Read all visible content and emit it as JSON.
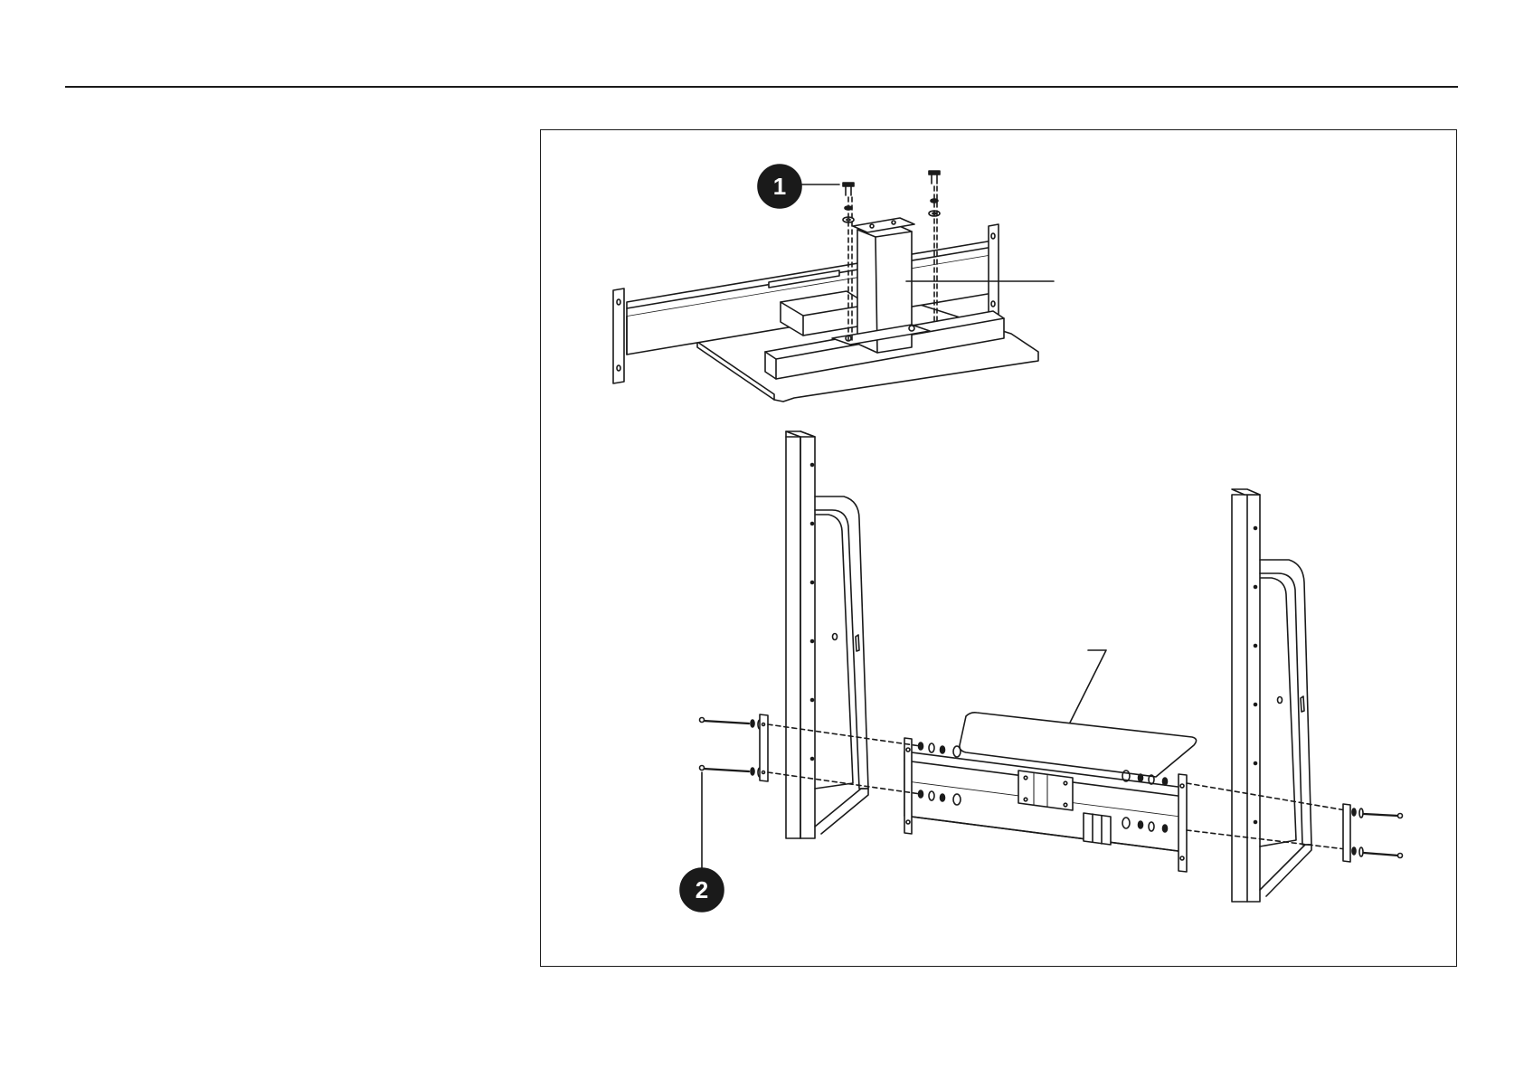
{
  "page": {
    "background": "#ffffff",
    "line_color": "#1a1a1a"
  },
  "figure": {
    "callouts": [
      {
        "number": "1",
        "description_icon": "step-1-badge"
      },
      {
        "number": "2",
        "description_icon": "step-2-badge"
      }
    ],
    "upper_view": "base-plate-with-post-and-crossbar",
    "lower_view": "side-frames-with-crossbar-bolted"
  }
}
